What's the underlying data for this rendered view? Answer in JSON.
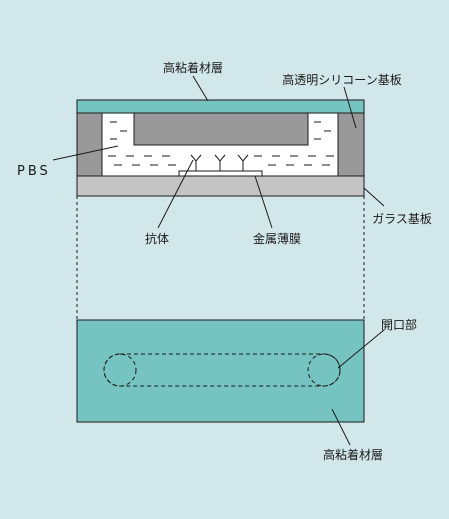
{
  "colors": {
    "background": "#d2e7ea",
    "adhesive": "#76c4c2",
    "silicone": "#999999",
    "glass": "#c4c4c4",
    "pbs_fill": "#ffffff",
    "outline": "#1a1a1a"
  },
  "labels": {
    "adhesive_top": "高粘着材層",
    "silicone_substrate": "高透明シリコーン基板",
    "pbs": "PBS",
    "glass_substrate": "ガラス基板",
    "antibody": "抗体",
    "metal_film": "金属薄膜",
    "opening": "開口部",
    "adhesive_bottom": "高粘着材層"
  }
}
